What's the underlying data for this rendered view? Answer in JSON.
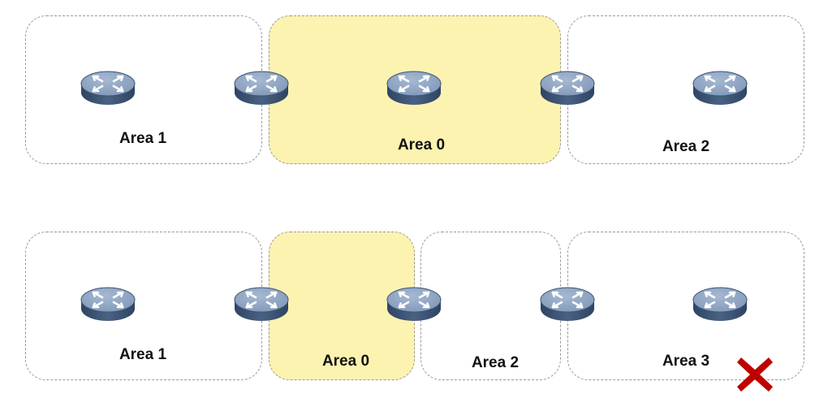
{
  "diagram_top": {
    "areas": [
      {
        "label": "Area 1",
        "backbone": false
      },
      {
        "label": "Area 0",
        "backbone": true
      },
      {
        "label": "Area 2",
        "backbone": false
      }
    ]
  },
  "diagram_bottom": {
    "areas": [
      {
        "label": "Area 1",
        "backbone": false
      },
      {
        "label": "Area 0",
        "backbone": true
      },
      {
        "label": "Area 2",
        "backbone": false
      },
      {
        "label": "Area 3",
        "backbone": false
      }
    ],
    "invalid_marker": "red-cross-icon"
  },
  "colors": {
    "backbone_fill": "#fdf3b0",
    "router_body": "#4a6283",
    "router_top": "#7e96b6",
    "cross": "#c00000",
    "border": "#9a9a9a"
  },
  "icons": {
    "router": "router-icon",
    "cross": "cross-icon"
  }
}
